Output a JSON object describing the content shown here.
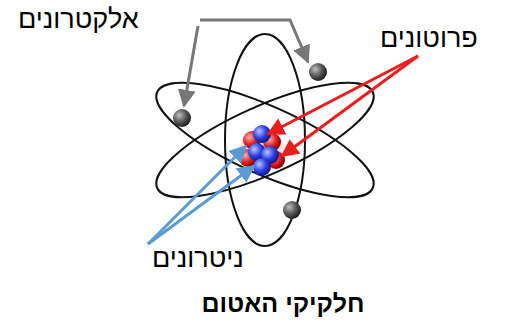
{
  "diagram": {
    "caption": "חלקיקי האטום",
    "labels": [
      "אלקטרונים",
      "פרוטונים",
      "ניטרונים"
    ]
  }
}
